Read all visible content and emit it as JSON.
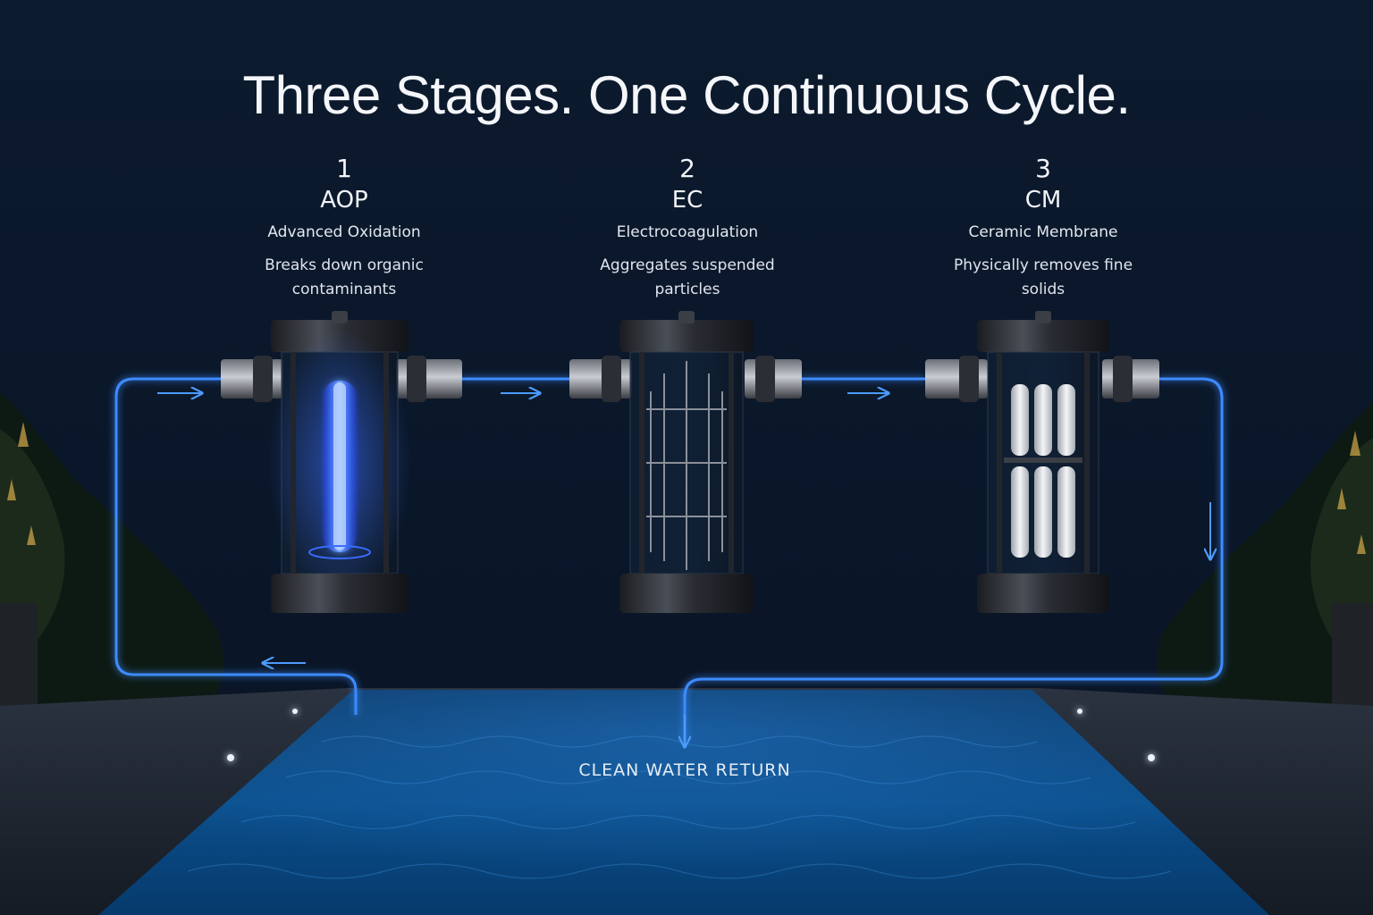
{
  "title": "Three Stages. One Continuous Cycle.",
  "stages": [
    {
      "number": "1",
      "abbr": "AOP",
      "name": "Advanced Oxidation",
      "description": "Breaks down organic contaminants"
    },
    {
      "number": "2",
      "abbr": "EC",
      "name": "Electrocoagulation",
      "description": "Aggregates suspended particles"
    },
    {
      "number": "3",
      "abbr": "CM",
      "name": "Ceramic Membrane",
      "description": "Physically removes fine solids"
    }
  ],
  "return_label": "CLEAN WATER RETURN",
  "colors": {
    "background": "#0b1526",
    "flow_line": "#3d8bff",
    "uv_glow": "#2f6bff",
    "pool_water": "#0a4d86",
    "membrane": "#e6e8ec"
  },
  "icons": [
    "uv-lamp-icon",
    "electrode-stack-icon",
    "ceramic-membrane-icon",
    "flow-arrow-icon"
  ]
}
